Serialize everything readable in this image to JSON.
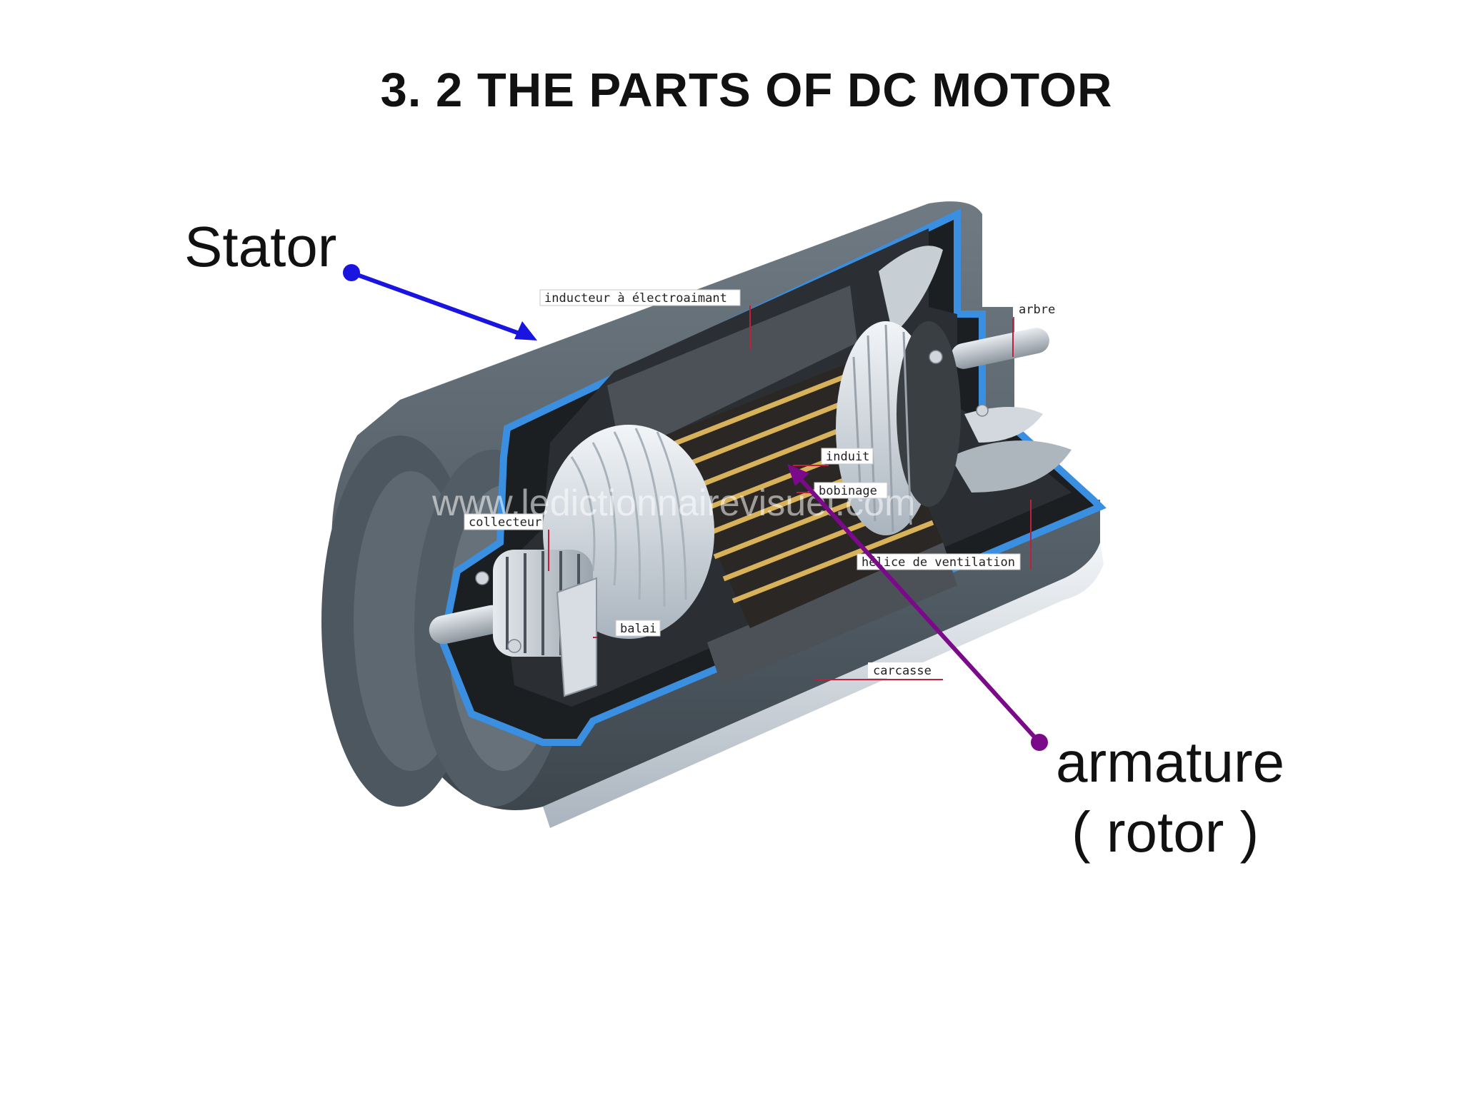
{
  "slide": {
    "title": "3. 2 THE PARTS OF DC MOTOR",
    "annotations": {
      "stator": "Stator",
      "armature": "armature",
      "rotor": "( rotor )"
    }
  },
  "figure": {
    "part_labels": {
      "inducteur": "inducteur à électroaimant",
      "arbre": "arbre",
      "induit": "induit",
      "bobinage": "bobinage",
      "collecteur": "collecteur",
      "helice": "hélice de ventilation",
      "balai": "balai",
      "carcasse": "carcasse"
    },
    "watermark": "www.ledictionnairevisuel.com"
  },
  "colors": {
    "stator_arrow": "#1a14e0",
    "armature_arrow": "#7a0a8a",
    "frame_blue": "#3a8fe0",
    "casing_gray": "#5d6870",
    "winding_gold": "#d8b25a",
    "leader_red": "#c0203a"
  }
}
